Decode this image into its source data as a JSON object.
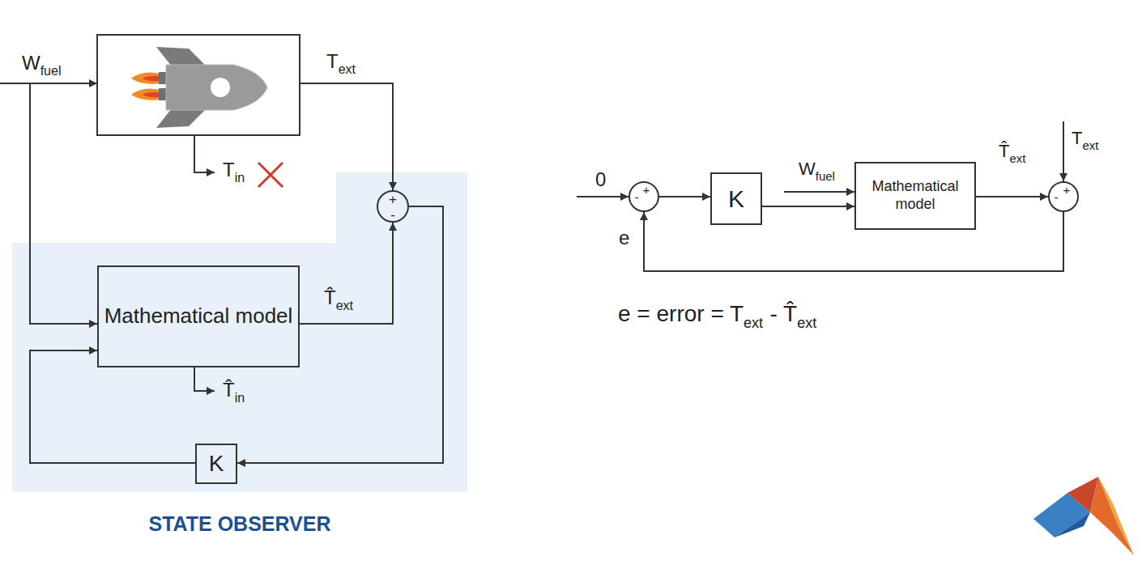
{
  "diagram": {
    "nodes": [
      {
        "text": [
          "STATE OBSERVER"
        ]
      },
      {
        "text": [
          "+",
          "-"
        ],
        "in": 0
      },
      {
        "text": [
          "Mathematical model"
        ],
        "in": 0
      },
      {
        "text": [
          "K"
        ],
        "in": 0
      },
      {
        "text": [
          "+",
          "-"
        ]
      },
      {
        "text": [
          "K"
        ]
      },
      {
        "text": [
          "Mathematical model"
        ]
      },
      {
        "text": [
          "+",
          "-"
        ]
      }
    ],
    "edges": [
      {
        "from": 2,
        "to": 1,
        "arrow": "to"
      },
      {
        "from": 1,
        "to": 3,
        "arrow": "to"
      },
      {
        "from": 3,
        "to": 2,
        "arrow": "to"
      },
      {
        "from": 4,
        "to": 5,
        "arrow": "to"
      },
      {
        "from": 5,
        "to": 6,
        "arrow": "to"
      },
      {
        "from": 6,
        "to": 7,
        "arrow": "to"
      },
      {
        "from": 7,
        "to": 4,
        "arrow": "to"
      }
    ],
    "labels": [
      "W",
      "fuel",
      "T",
      "ext",
      "T",
      "in",
      "T̂",
      "ext",
      "T̂",
      "in",
      "0",
      "e",
      "W",
      "fuel",
      "T̂",
      "ext",
      "T",
      "ext",
      "e = error = T",
      "ext",
      "- T̂",
      "ext"
    ]
  }
}
